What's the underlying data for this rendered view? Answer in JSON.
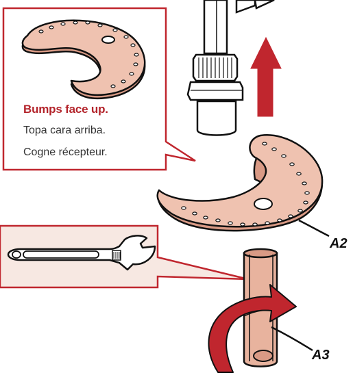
{
  "callout": {
    "line1": "Bumps face up.",
    "line2": "Topa cara arriba.",
    "line3": "Cogne récepteur."
  },
  "labels": {
    "a2": "A2",
    "a3": "A3"
  },
  "colors": {
    "accent_red": "#c0262e",
    "copper": "#e8b39e",
    "copper_dark": "#d99a85",
    "callout_bg": "#f7e8e2",
    "outline": "#111111"
  },
  "icons": {
    "washer": "curved-washer-icon",
    "wrench": "adjustable-wrench-icon",
    "nut": "hex-nut-icon",
    "pipe": "copper-pipe-icon",
    "up_arrow": "up-arrow-icon",
    "rotate_arrow": "rotate-arrow-icon"
  }
}
